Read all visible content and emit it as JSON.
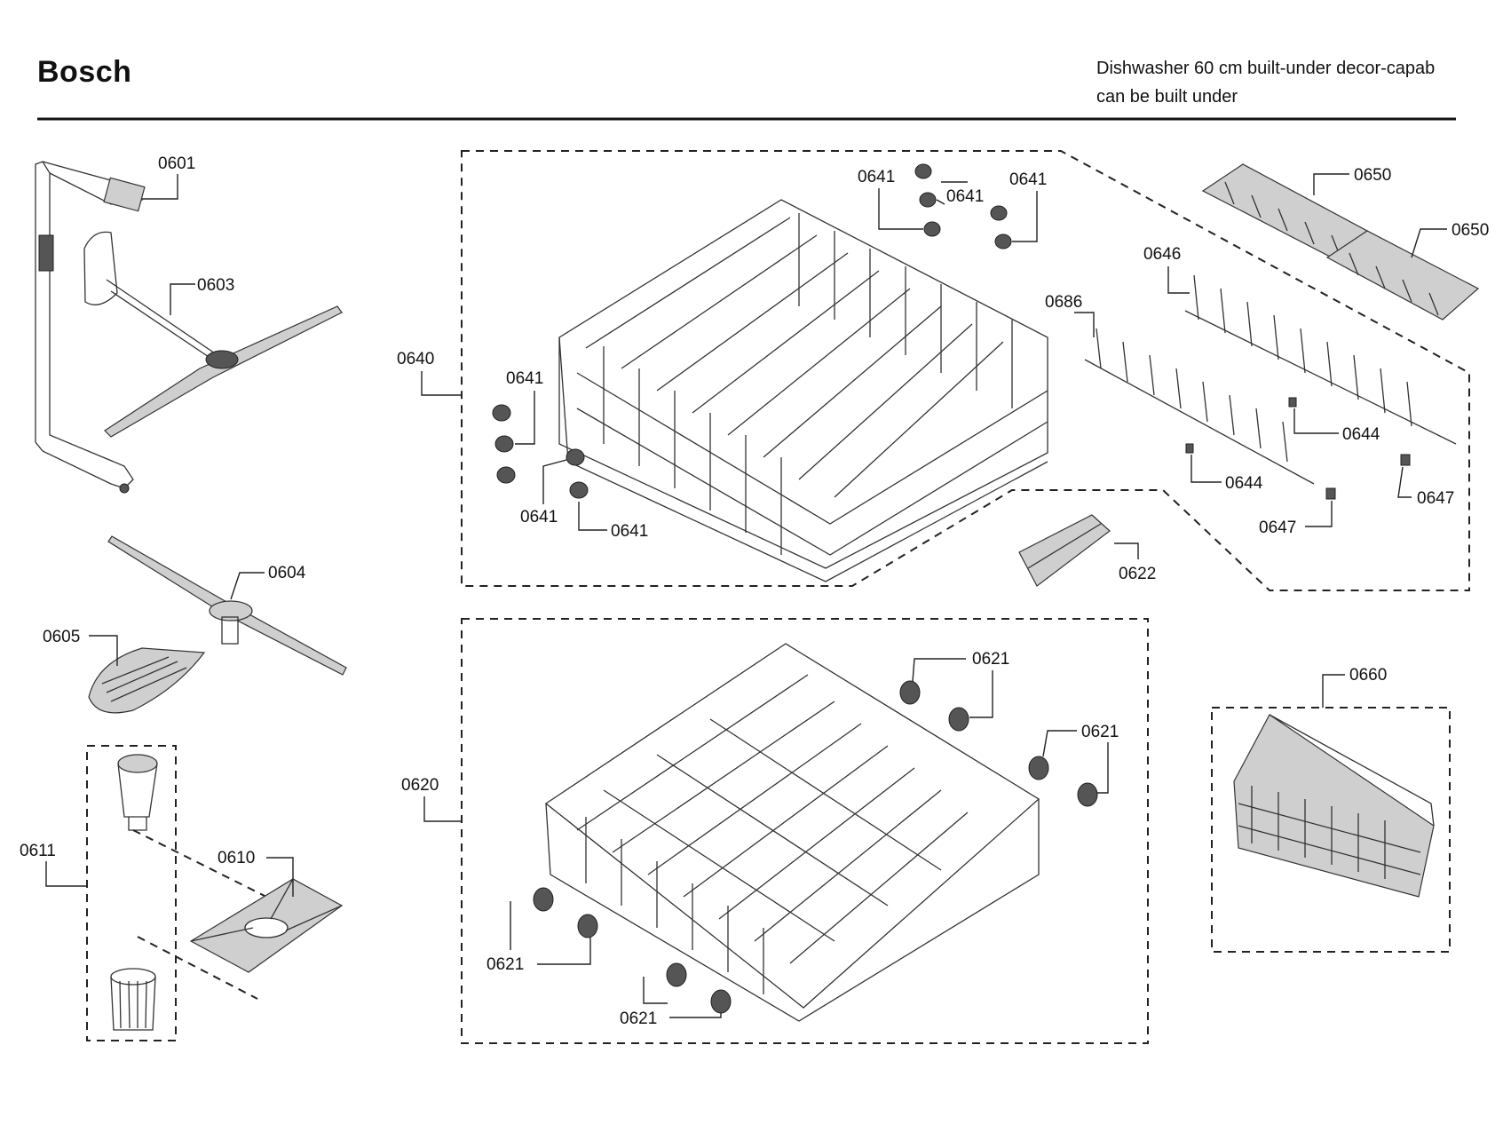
{
  "header": {
    "brand": "Bosch",
    "description_line1": "Dishwasher 60 cm built-under decor-capab",
    "description_line2": "can be built under"
  },
  "callouts": {
    "c0601": "0601",
    "c0603": "0603",
    "c0604": "0604",
    "c0605": "0605",
    "c0610": "0610",
    "c0611": "0611",
    "c0620": "0620",
    "c0621": "0621",
    "c0622": "0622",
    "c0640": "0640",
    "c0641": "0641",
    "c0644": "0644",
    "c0646": "0646",
    "c0647": "0647",
    "c0650": "0650",
    "c0660": "0660",
    "c0686": "0686"
  }
}
